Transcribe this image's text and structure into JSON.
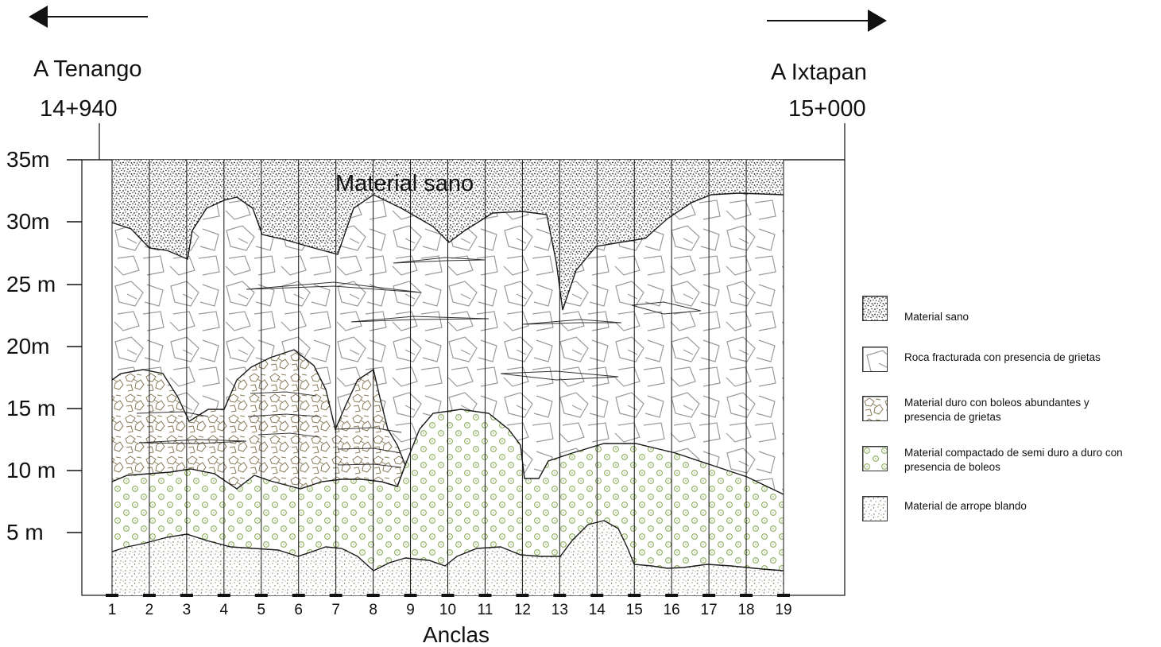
{
  "direction_left": "A Tenango",
  "direction_right": "A Ixtapan",
  "chainage_left": "14+940",
  "chainage_right": "15+000",
  "depth_labels": [
    "35m",
    "30m",
    "25 m",
    "20m",
    "15 m",
    "10 m",
    "5 m"
  ],
  "anchor_labels": [
    "1",
    "2",
    "3",
    "4",
    "5",
    "6",
    "7",
    "8",
    "9",
    "10",
    "11",
    "12",
    "13",
    "14",
    "15",
    "16",
    "17",
    "18",
    "19"
  ],
  "x_axis_title": "Anclas",
  "zone_label": "Material sano",
  "legend": [
    {
      "text": "Material sano",
      "pattern": "material-sano"
    },
    {
      "text": "Roca fracturada con presencia de grietas",
      "pattern": "roca-fracturada"
    },
    {
      "text": "Material duro con boleos abundantes y presencia de grietas",
      "pattern": "material-duro"
    },
    {
      "text": "Material compactado de semi duro a duro con presencia de boleos",
      "pattern": "material-compactado"
    },
    {
      "text": "Material de arrope blando",
      "pattern": "arrope-blando"
    }
  ],
  "colors": {
    "line": "#1a1a1a",
    "sano_dots": "#2a2a2a",
    "roca_lines": "#9a9a9a",
    "duro_lines": "#8a7a5a",
    "compactado_circles": "#7fa84a",
    "arrope_dots": "#6a5a45"
  }
}
